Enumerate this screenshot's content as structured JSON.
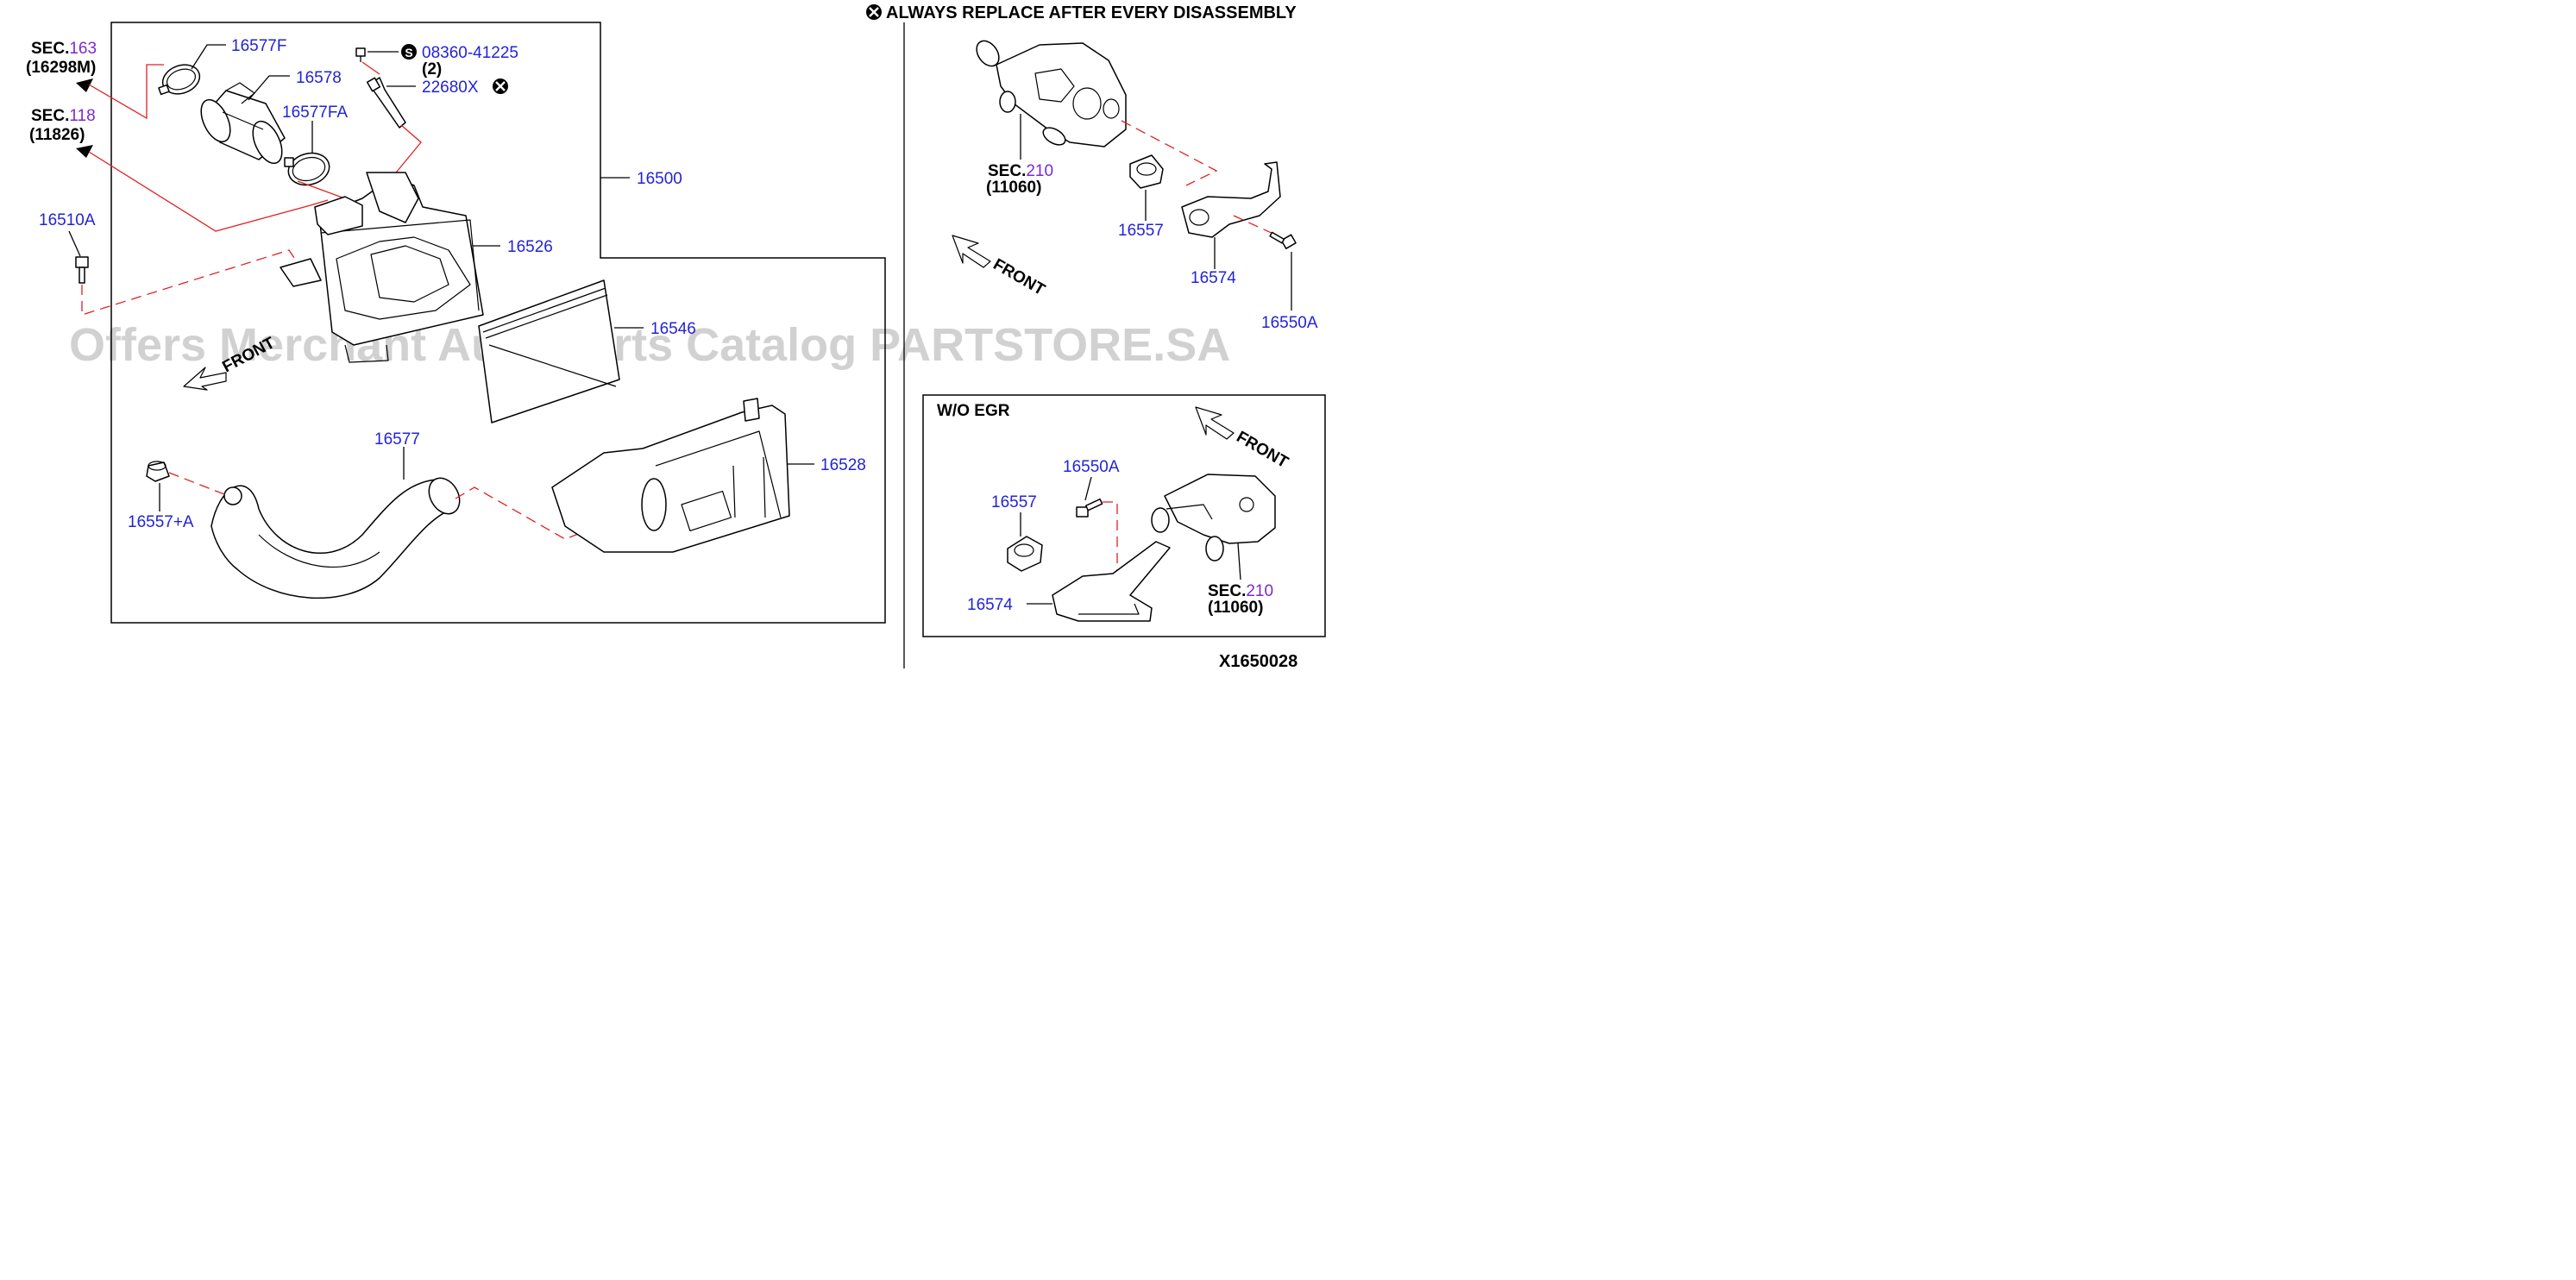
{
  "header": {
    "replace_note": "ALWAYS REPLACE AFTER EVERY DISASSEMBLY",
    "diagram_id": "X1650028"
  },
  "watermark": "Offers Merchant Auto Parts Catalog PARTSTORE.SA",
  "sections": [
    {
      "prefix": "SEC.",
      "num": "163",
      "sub": "(16298M)"
    },
    {
      "prefix": "SEC.",
      "num": "118",
      "sub": "(11826)"
    },
    {
      "prefix": "SEC.",
      "num": "210",
      "sub": "(11060)"
    },
    {
      "prefix": "SEC.",
      "num": "210",
      "sub": "(11060)"
    }
  ],
  "parts": {
    "p16577F": "16577F",
    "p16578": "16578",
    "p16577FA": "16577FA",
    "p08360": "08360-41225",
    "p08360_qty": "(2)",
    "p22680X": "22680X",
    "p16500": "16500",
    "p16510A": "16510A",
    "p16526": "16526",
    "p16546": "16546",
    "p16577": "16577",
    "p16557A": "16557+A",
    "p16528": "16528",
    "p16557": "16557",
    "p16574": "16574",
    "p16550A": "16550A"
  },
  "inset": {
    "title": "W/O EGR",
    "p16550A": "16550A",
    "p16557": "16557",
    "p16574": "16574"
  },
  "labels": {
    "front": "FRONT",
    "s_symbol": "S"
  }
}
